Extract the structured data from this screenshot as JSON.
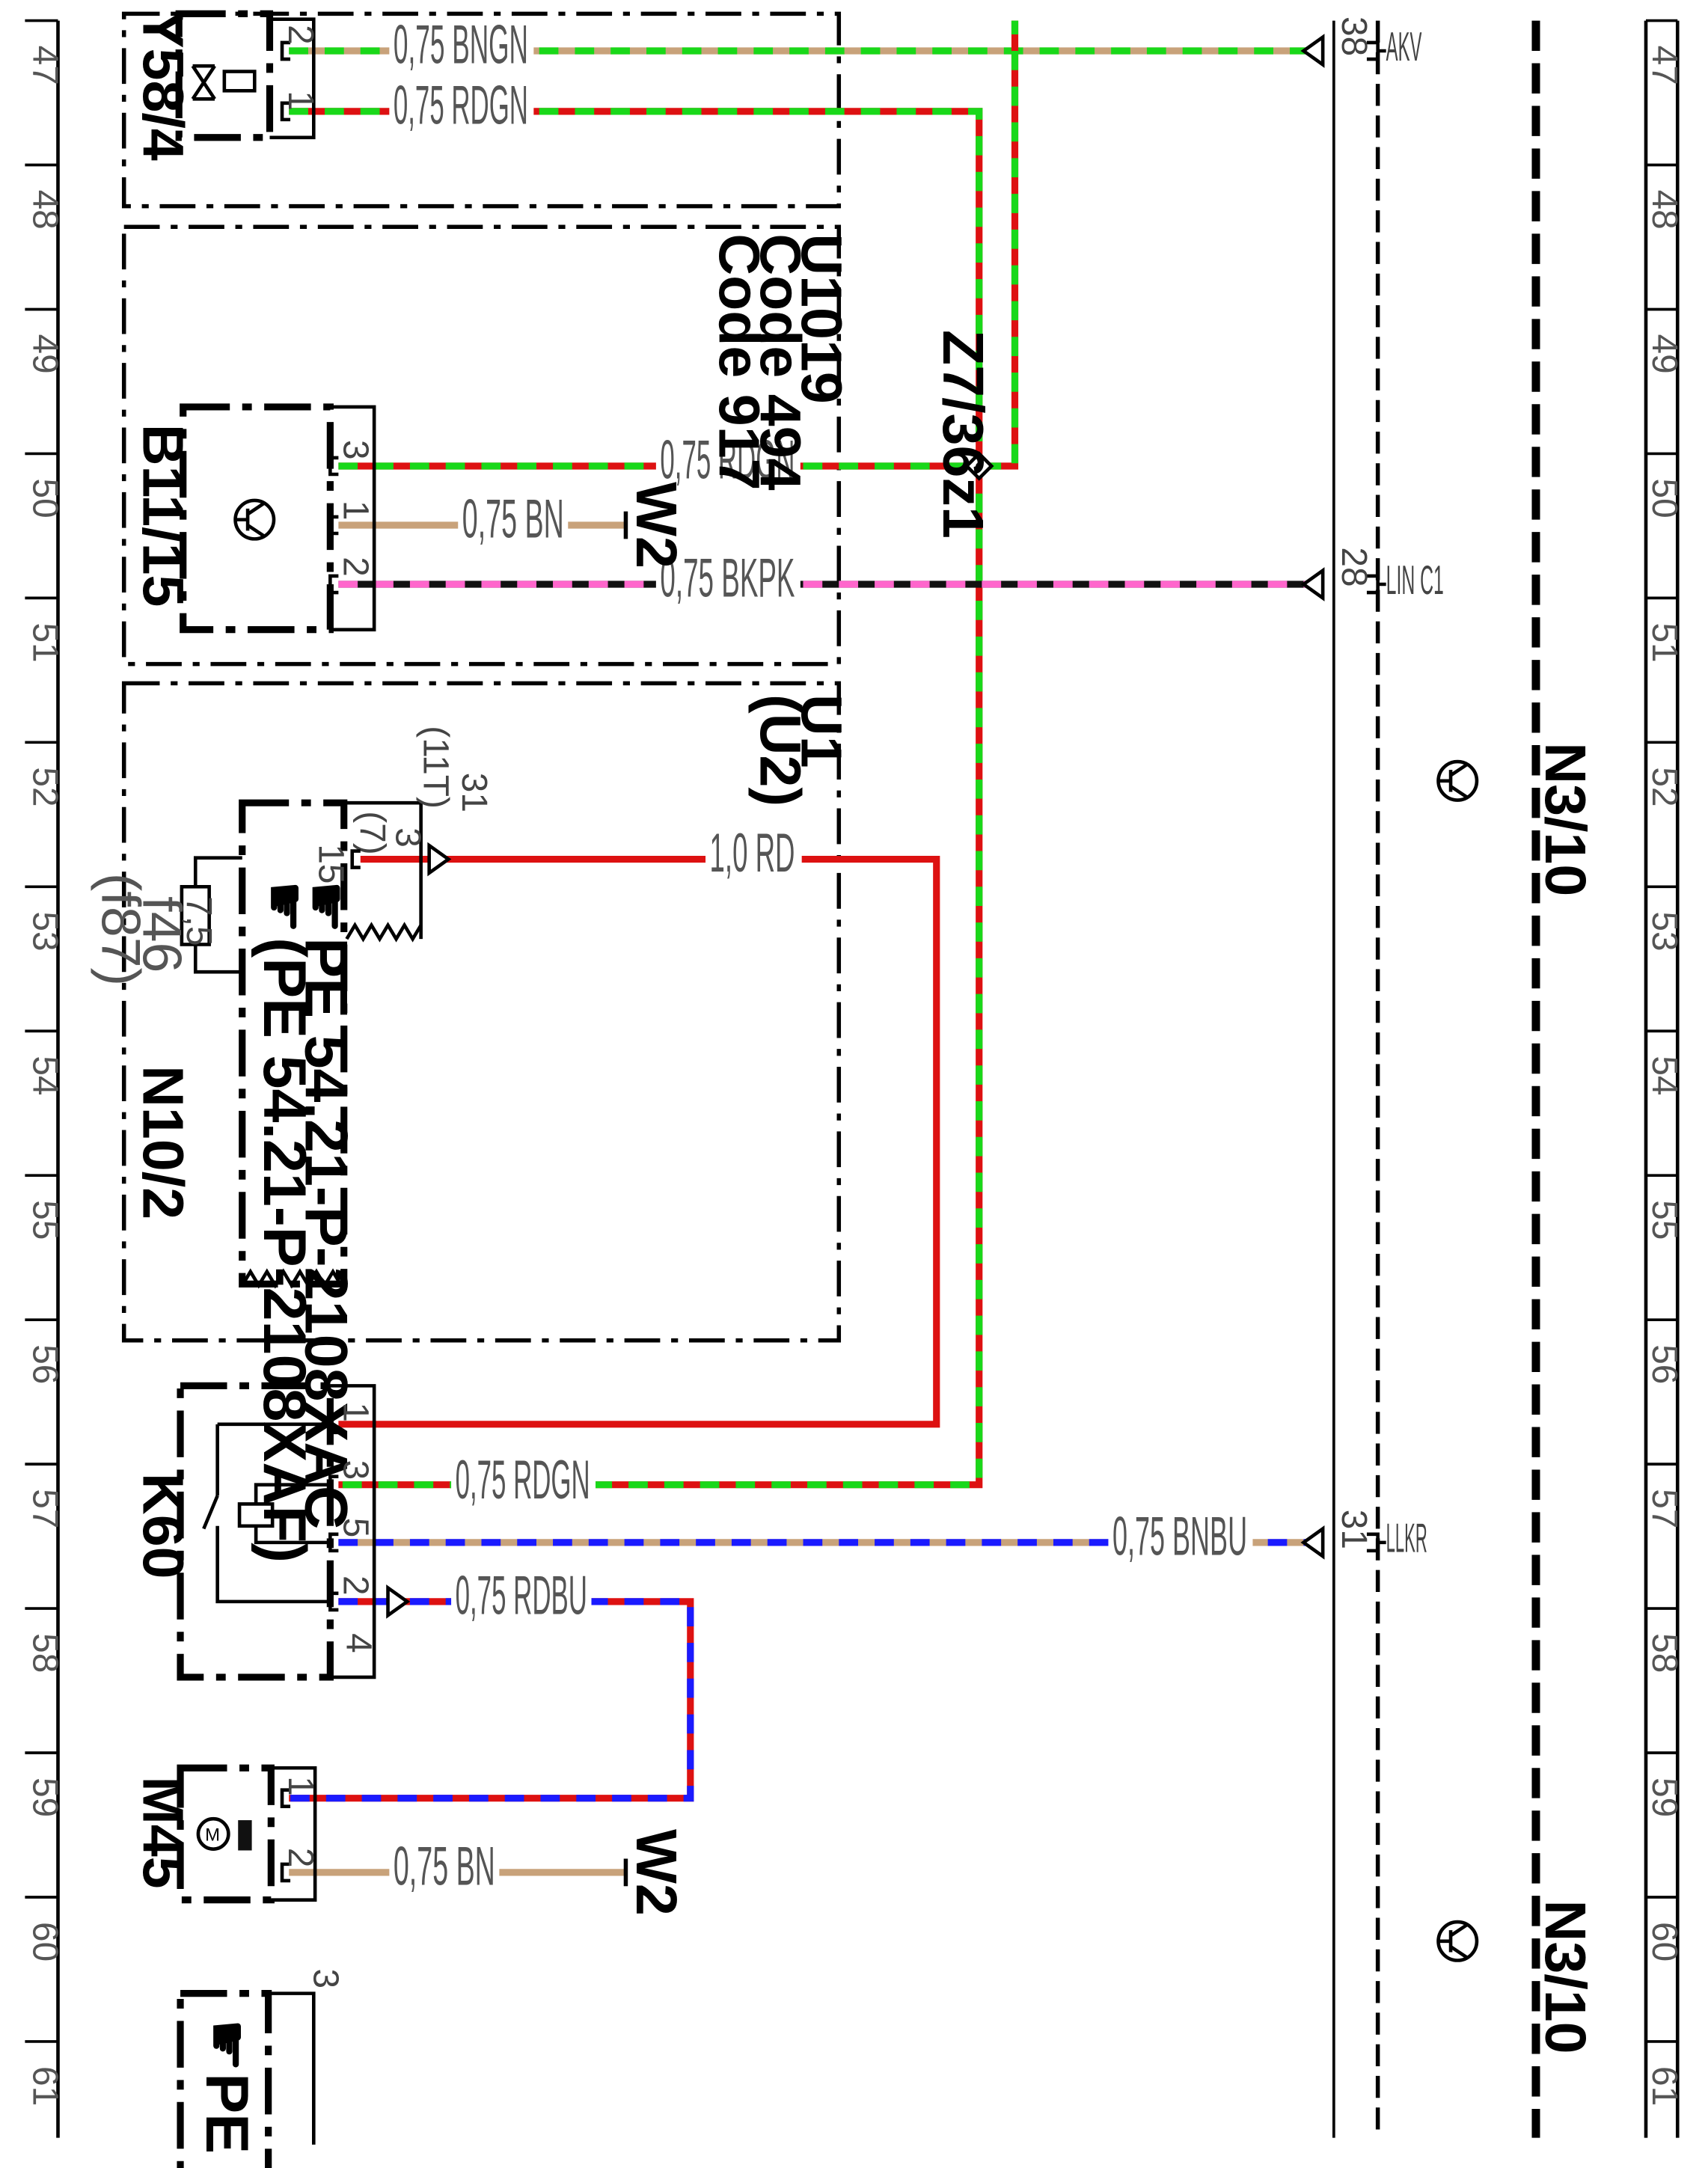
{
  "grid_left": [
    "47",
    "48",
    "49",
    "50",
    "51",
    "52",
    "53",
    "54",
    "55",
    "56",
    "57",
    "58",
    "59",
    "60",
    "61"
  ],
  "grid_right": [
    "47",
    "48",
    "49",
    "50",
    "51",
    "52",
    "53",
    "54",
    "55",
    "56",
    "57",
    "58",
    "59",
    "60",
    "61"
  ],
  "components": {
    "y58_4": "Y58/4",
    "u1019": "U1019",
    "code494": "Code 494",
    "code917": "Code 917",
    "b11_15": "B11/15",
    "u1": "U1",
    "u2": "(U2)",
    "n10_2": "N10/2",
    "k60": "K60",
    "m45": "M45",
    "n3_10_a": "N3/10",
    "n3_10_b": "N3/10",
    "splice": "Z7/36z1",
    "ground_a": "W2",
    "ground_b": "W2"
  },
  "wires": {
    "y58_bngn": "0,75 BNGN",
    "y58_rdgn": "0,75 RDGN",
    "b11_rdgn": "0,75 RDGN",
    "b11_bn": "0,75 BN",
    "b11_bkpk": "0,75 BKPK",
    "n10_rd": "1,0 RD",
    "k60_rdgn": "0,75 RDGN",
    "k60_bnbu": "0,75 BNBU",
    "k60_rdbu": "0,75 RDBU",
    "m45_bn": "0,75 BN"
  },
  "pins": {
    "y58_2": "2",
    "y58_1": "1",
    "b11_3": "3",
    "b11_1": "1",
    "b11_2": "2",
    "n10_15": "15",
    "n10_3": "3",
    "n10_7": "(7)",
    "n10_31": "31",
    "n10_11t": "(11T)",
    "k60_1": "1",
    "k60_3": "3",
    "k60_5": "5",
    "k60_2": "2",
    "k60_4": "4",
    "m45_1": "1",
    "m45_2": "2",
    "n3_38": "38",
    "n3_28": "28",
    "n3_31": "31",
    "bottom_3": "3"
  },
  "terminals": {
    "akv": "AKV",
    "lin_c1": "LIN C1",
    "llkr": "LLKR"
  },
  "fuse": {
    "value": "7,5",
    "name": "f46",
    "alt": "(f87)"
  },
  "pe_notes": {
    "n10_a": "PE 54.21-P-2108XAC",
    "n10_b": "(PE 54.21-P-2108XAF)",
    "bottom": "PE ("
  },
  "colors": {
    "red": "#dd1111",
    "green": "#19d819",
    "brown": "#c8a27a",
    "blue": "#1a1aff",
    "black": "#111111",
    "pink": "#ff66cc"
  }
}
